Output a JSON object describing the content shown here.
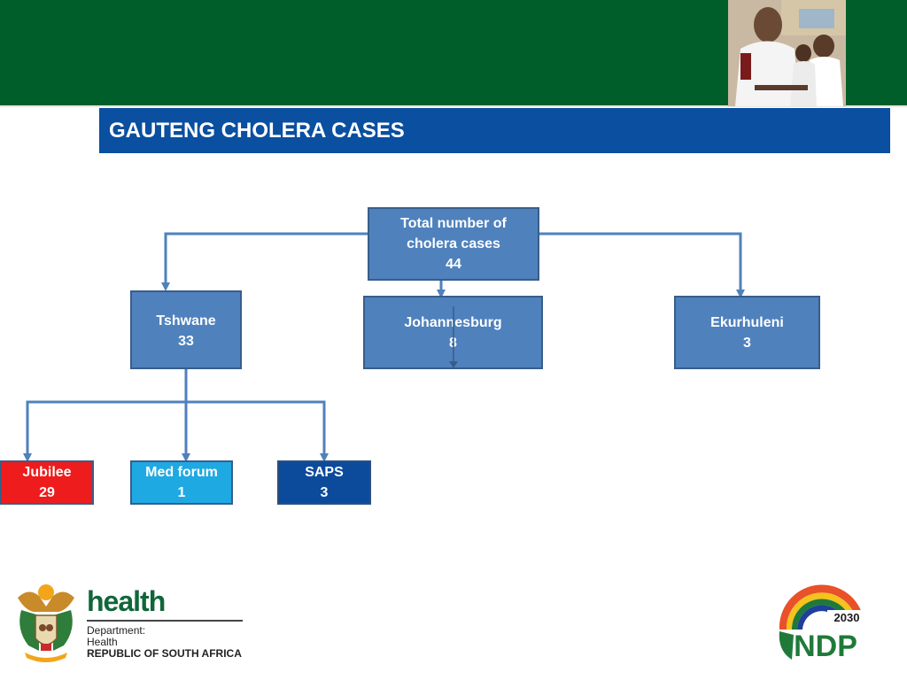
{
  "slide": {
    "title": "GAUTENG CHOLERA CASES"
  },
  "org_chart": {
    "root": {
      "line1": "Total number of",
      "line2": "cholera cases",
      "count": "44"
    },
    "districts": [
      {
        "name": "Tshwane",
        "count": "33"
      },
      {
        "name": "Johannesburg",
        "count": "8"
      },
      {
        "name": "Ekurhuleni",
        "count": "3"
      }
    ],
    "tshwane_sub": [
      {
        "name": "Jubilee",
        "count": "29"
      },
      {
        "name": "Med forum",
        "count": "1"
      },
      {
        "name": "SAPS",
        "count": "3"
      }
    ]
  },
  "footer": {
    "health_logo": {
      "word": "health",
      "line1": "Department:",
      "line2": "Health",
      "line3": "REPUBLIC OF SOUTH AFRICA"
    },
    "ndp_logo": {
      "year": "2030",
      "letters": "NDP"
    }
  },
  "colors": {
    "header_green": "#005e2a",
    "title_blue": "#0a4fa0",
    "box_blue": "#4f81bd",
    "jubilee_red": "#ee1c1c",
    "medforum_cyan": "#1fa9e3",
    "saps_navy": "#0c4a9c"
  }
}
